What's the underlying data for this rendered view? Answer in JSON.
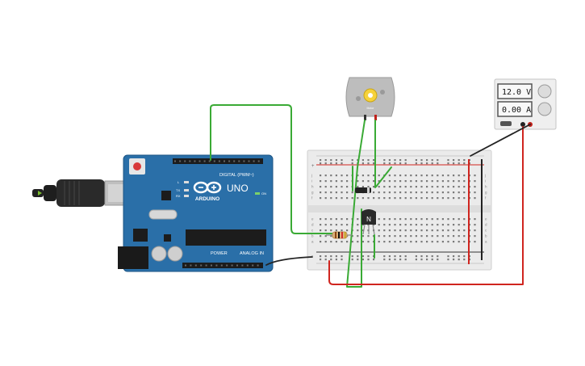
{
  "arduino": {
    "brand": "ARDUINO",
    "model": "UNO",
    "digital_label": "DIGITAL (PWM~)",
    "power_label": "POWER",
    "analog_label": "ANALOG IN",
    "led_l": "L",
    "led_tx": "TX",
    "led_rx": "RX",
    "led_on": "ON",
    "color": "#2a6fa8"
  },
  "power_supply": {
    "voltage": "12.0 V",
    "current": "0.00 A"
  },
  "motor": {
    "label": "Motor"
  },
  "transistor": {
    "label": "N"
  },
  "breadboard": {
    "row_letters_left": [
      "j",
      "i",
      "h",
      "g",
      "f",
      "e",
      "d",
      "c",
      "b",
      "a"
    ],
    "rail_plus": "+",
    "rail_minus": "-"
  },
  "wires": {
    "signal_color": "#3aaa35",
    "power_color": "#d0251f",
    "ground_color": "#222222"
  }
}
